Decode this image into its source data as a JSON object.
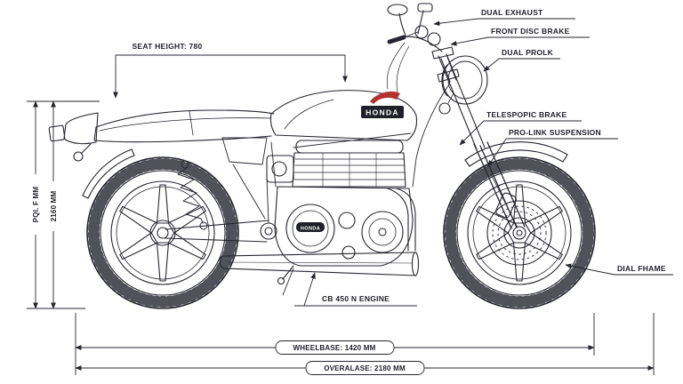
{
  "colors": {
    "ink": "#262630",
    "accent_red": "#b23230",
    "badge_dark": "#20202a",
    "background": "#ffffff"
  },
  "callouts": {
    "dual_exhaust": "DUAL EXHAUST",
    "front_disc_brake": "FRONT DISC BRAKE",
    "dual_prolk": "DUAL PROLK",
    "seat_height": "SEAT HEIGHT: 780",
    "telescopic_brake": "TELESPOPIC BRAKE",
    "pro_link_suspension": "PRO-LINK SUSPENSION",
    "dial_fhame": "DIAL FHAME",
    "engine": "CB 450 N ENGINE"
  },
  "dimensions": {
    "wheelbase": "WHEELBASE: 1420 MM",
    "overall_length": "OVERALASE: 2180 MM",
    "height_outer": "PQI. F MM",
    "height_inner": "2160 MM"
  },
  "branding": {
    "tank_logo": "HONDA",
    "engine_badge": "HONDA"
  }
}
